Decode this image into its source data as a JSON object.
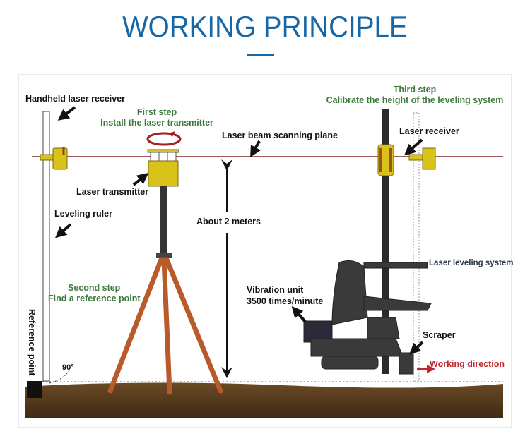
{
  "title": "WORKING PRINCIPLE",
  "labels": {
    "handheld_receiver": "Handheld laser receiver",
    "first_step": "First step",
    "first_step_desc": "Install the laser transmitter",
    "scanning_plane": "Laser beam scanning plane",
    "laser_transmitter": "Laser transmitter",
    "leveling_ruler": "Leveling ruler",
    "about_2m": "About 2 meters",
    "second_step": "Second step",
    "second_step_desc": "Find a reference point",
    "reference_point": "Reference point",
    "angle": "90°",
    "third_step": "Third step",
    "third_step_desc": "Calibrate the height of the leveling system",
    "laser_receiver": "Laser receiver",
    "laser_leveling_system": "Laser leveling system",
    "vibration_unit": "Vibration unit",
    "vibration_rate": "3500 times/minute",
    "scraper": "Scraper",
    "working_direction": "Working direction"
  },
  "colors": {
    "title": "#1767a6",
    "step": "#3e7a3e",
    "laser": "#a05a5a",
    "direction": "#c0282d"
  }
}
